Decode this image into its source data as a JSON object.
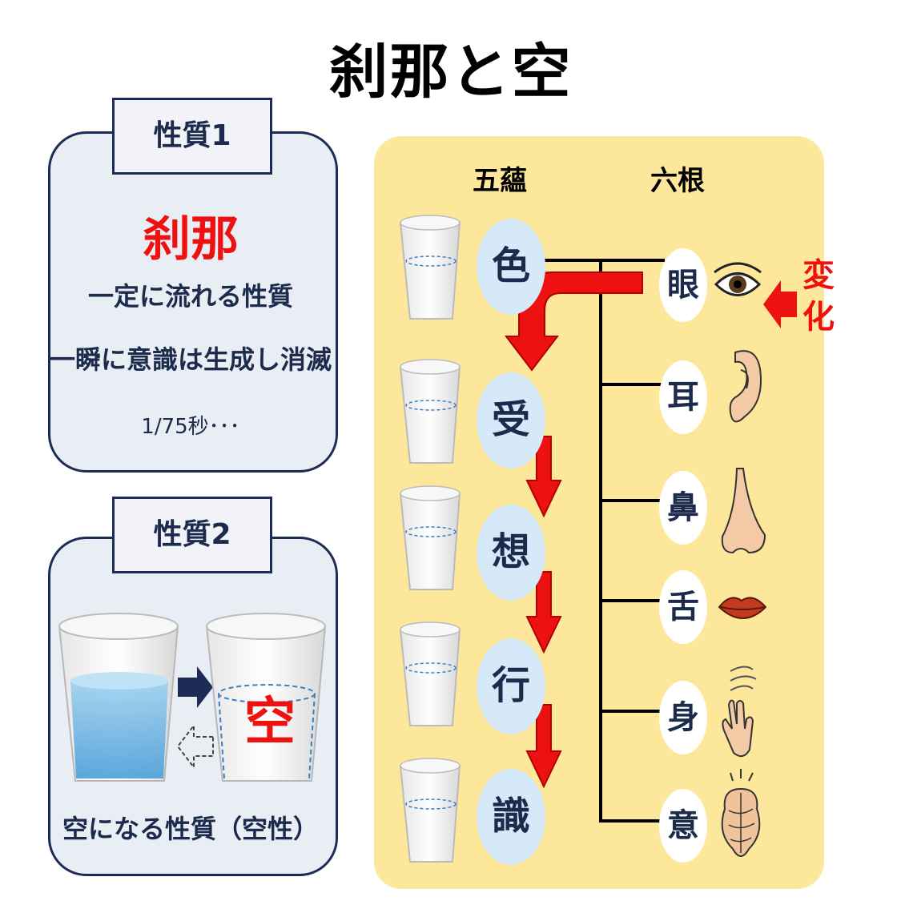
{
  "title": "刹那と空",
  "property1": {
    "tag": "性質1",
    "heading": "刹那",
    "line1": "一定に流れる性質",
    "line2": "一瞬に意識は生成し消滅",
    "line3": "1/75秒･･･"
  },
  "property2": {
    "tag": "性質2",
    "empty_label": "空",
    "caption": "空になる性質（空性）"
  },
  "right_panel": {
    "col_goun": "五蘊",
    "col_rokkon": "六根",
    "skandhas": [
      "色",
      "受",
      "想",
      "行",
      "識"
    ],
    "senses": [
      "眼",
      "耳",
      "鼻",
      "舌",
      "身",
      "意"
    ],
    "sense_icons": [
      "eye-icon",
      "ear-icon",
      "nose-icon",
      "lips-icon",
      "hand-icon",
      "brain-icon"
    ],
    "change_label": "変化"
  },
  "colors": {
    "navy": "#1d2c55",
    "red": "#ee1111",
    "panel_gray": "#e9edf4",
    "yellow": "#fde79a",
    "bubble_blue": "#d6e9f9"
  }
}
